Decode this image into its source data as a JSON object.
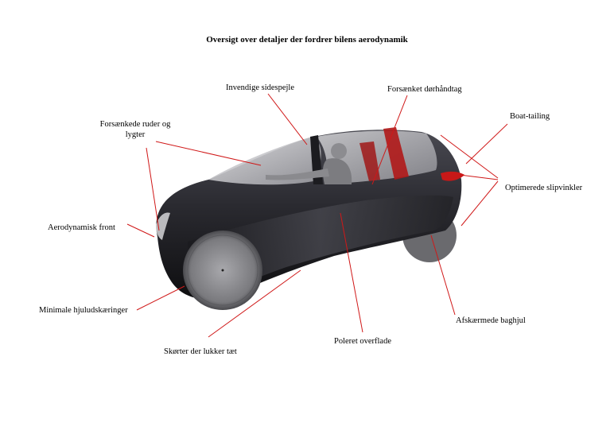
{
  "title": "Oversigt over detaljer der fordrer bilens aerodynamik",
  "labels": {
    "invendige_sidespejle": "Invendige sidespejle",
    "forsaenket_doerhaandtag": "Forsænket dørhåndtag",
    "forsaenkede_ruder_1": "Forsænkede ruder og",
    "forsaenkede_ruder_2": "lygter",
    "boat_tailing": "Boat-tailing",
    "optimerede_slipvinkler": "Optimerede slipvinkler",
    "aerodynamisk_front": "Aerodynamisk front",
    "minimale_hjuludskaeringer": "Minimale hjuludskæringer",
    "afskaermede_baghjul": "Afskærmede baghjul",
    "poleret_overflade": "Poleret overflade",
    "skoerter": "Skørter der lukker tæt"
  },
  "colors": {
    "leader_line": "#d01818",
    "body_dark": "#161619",
    "body_mid": "#3a3a40",
    "glass": "#c8c8cc",
    "accent_red": "#b01818"
  }
}
